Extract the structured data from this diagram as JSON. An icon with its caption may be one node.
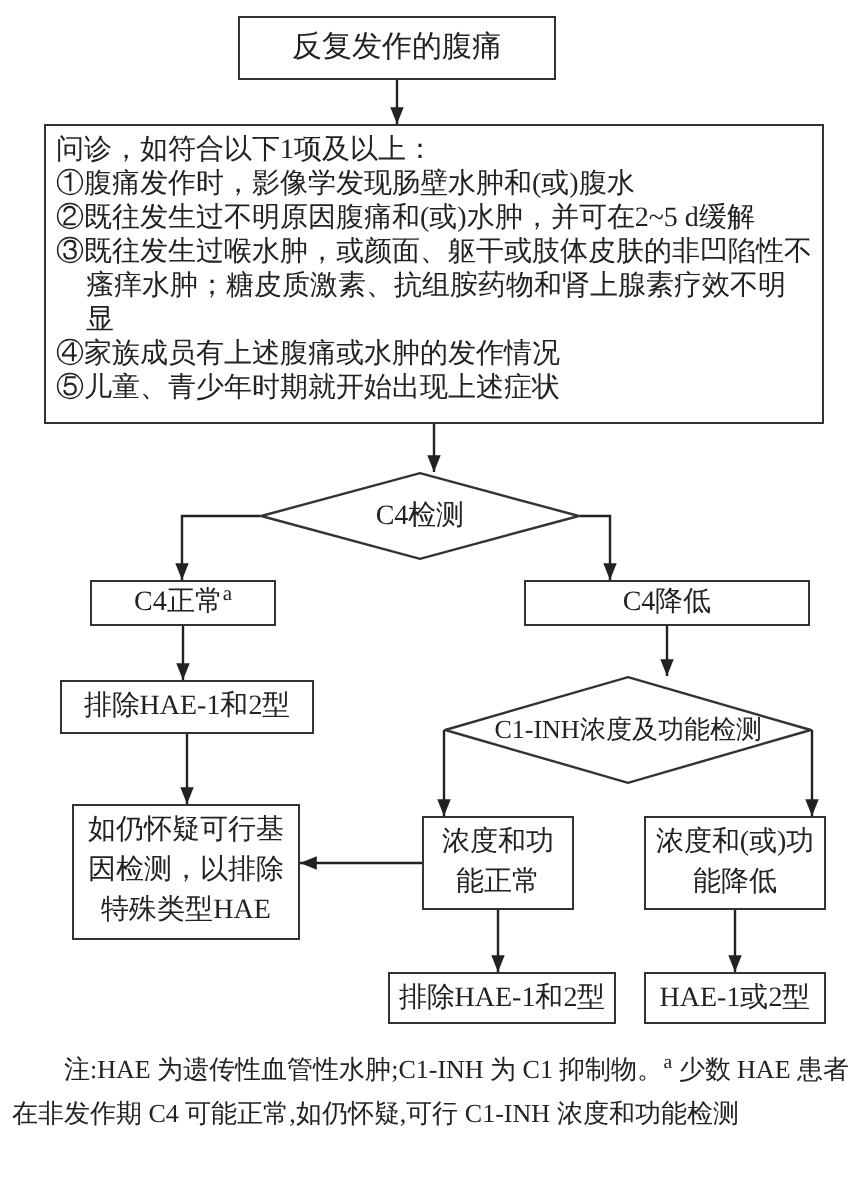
{
  "diagram": {
    "caption": "注:HAE 为遗传性血管性水肿;C1-INH 为 C1 抑制物。$^{a}$ 少数 HAE 患者在非发作期 C4 可能正常,如仍怀疑,可行 C1-INH 浓度和功能检测",
    "nodes": [
      {
        "text": [
          "反复发作的腹痛"
        ]
      },
      {
        "text": [
          "问诊，如符合以下1项及以上：",
          "①腹痛发作时，影像学发现肠壁水肿和(或)腹水",
          "②既往发生过不明原因腹痛和(或)水肿，并可在2~5 d缓解",
          "③既往发生过喉水肿，或颜面、躯干或肢体皮肤的非凹陷性不瘙痒水肿；糖皮质激素、抗组胺药物和肾上腺素疗效不明显",
          "④家族成员有上述腹痛或水肿的发作情况",
          "⑤儿童、青少年时期就开始出现上述症状"
        ]
      },
      {
        "text": [
          "C4检测"
        ]
      },
      {
        "text": [
          "C4正常$^{a}$"
        ]
      },
      {
        "text": [
          "C4降低"
        ]
      },
      {
        "text": [
          "排除HAE-1和2型"
        ]
      },
      {
        "text": [
          "C1-INH浓度及功能检测"
        ]
      },
      {
        "text": [
          "如仍怀疑可行基因检测，以排除特殊类型HAE"
        ]
      },
      {
        "text": [
          "浓度和功能正常"
        ]
      },
      {
        "text": [
          "浓度和(或)功能降低"
        ]
      },
      {
        "text": [
          "排除HAE-1和2型"
        ]
      },
      {
        "text": [
          "HAE-1或2型"
        ]
      }
    ],
    "edges": [
      {
        "from": 0,
        "to": 1,
        "arrow": "to"
      },
      {
        "from": 1,
        "to": 2,
        "arrow": "to"
      },
      {
        "from": 2,
        "to": 3,
        "arrow": "to"
      },
      {
        "from": 2,
        "to": 4,
        "arrow": "to"
      },
      {
        "from": 3,
        "to": 5,
        "arrow": "to"
      },
      {
        "from": 5,
        "to": 7,
        "arrow": "to"
      },
      {
        "from": 4,
        "to": 6,
        "arrow": "to"
      },
      {
        "from": 6,
        "to": 8,
        "arrow": "to"
      },
      {
        "from": 6,
        "to": 9,
        "arrow": "to"
      },
      {
        "from": 8,
        "to": 7,
        "arrow": "to"
      },
      {
        "from": 8,
        "to": 10,
        "arrow": "to"
      },
      {
        "from": 9,
        "to": 11,
        "arrow": "to"
      }
    ]
  }
}
